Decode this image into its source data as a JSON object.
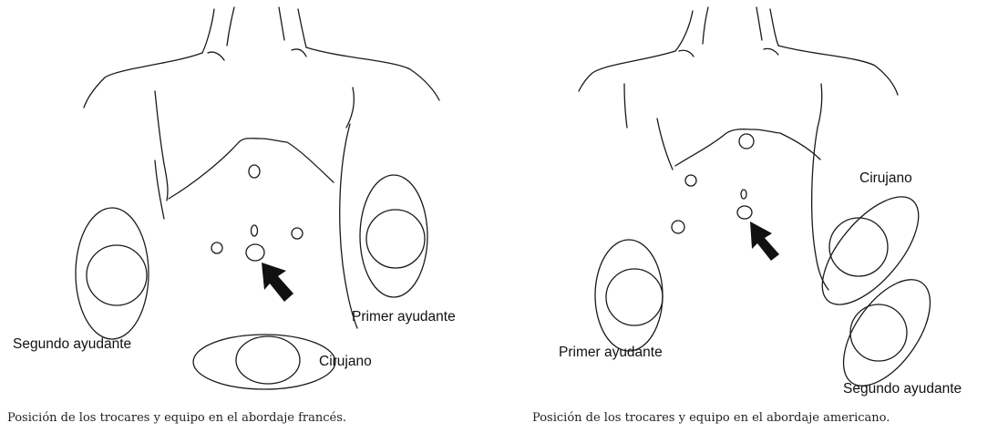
{
  "figures": [
    {
      "labels": {
        "second_assistant": "Segundo ayudante",
        "first_assistant": "Primer ayudante",
        "surgeon": "Cirujano"
      },
      "caption": "Posición de los trocares y equipo en el abordaje francés."
    },
    {
      "labels": {
        "second_assistant": "Segundo ayudante",
        "first_assistant": "Primer ayudante",
        "surgeon": "Cirujano"
      },
      "caption": "Posición de los trocares y equipo en el abordaje americano."
    }
  ]
}
